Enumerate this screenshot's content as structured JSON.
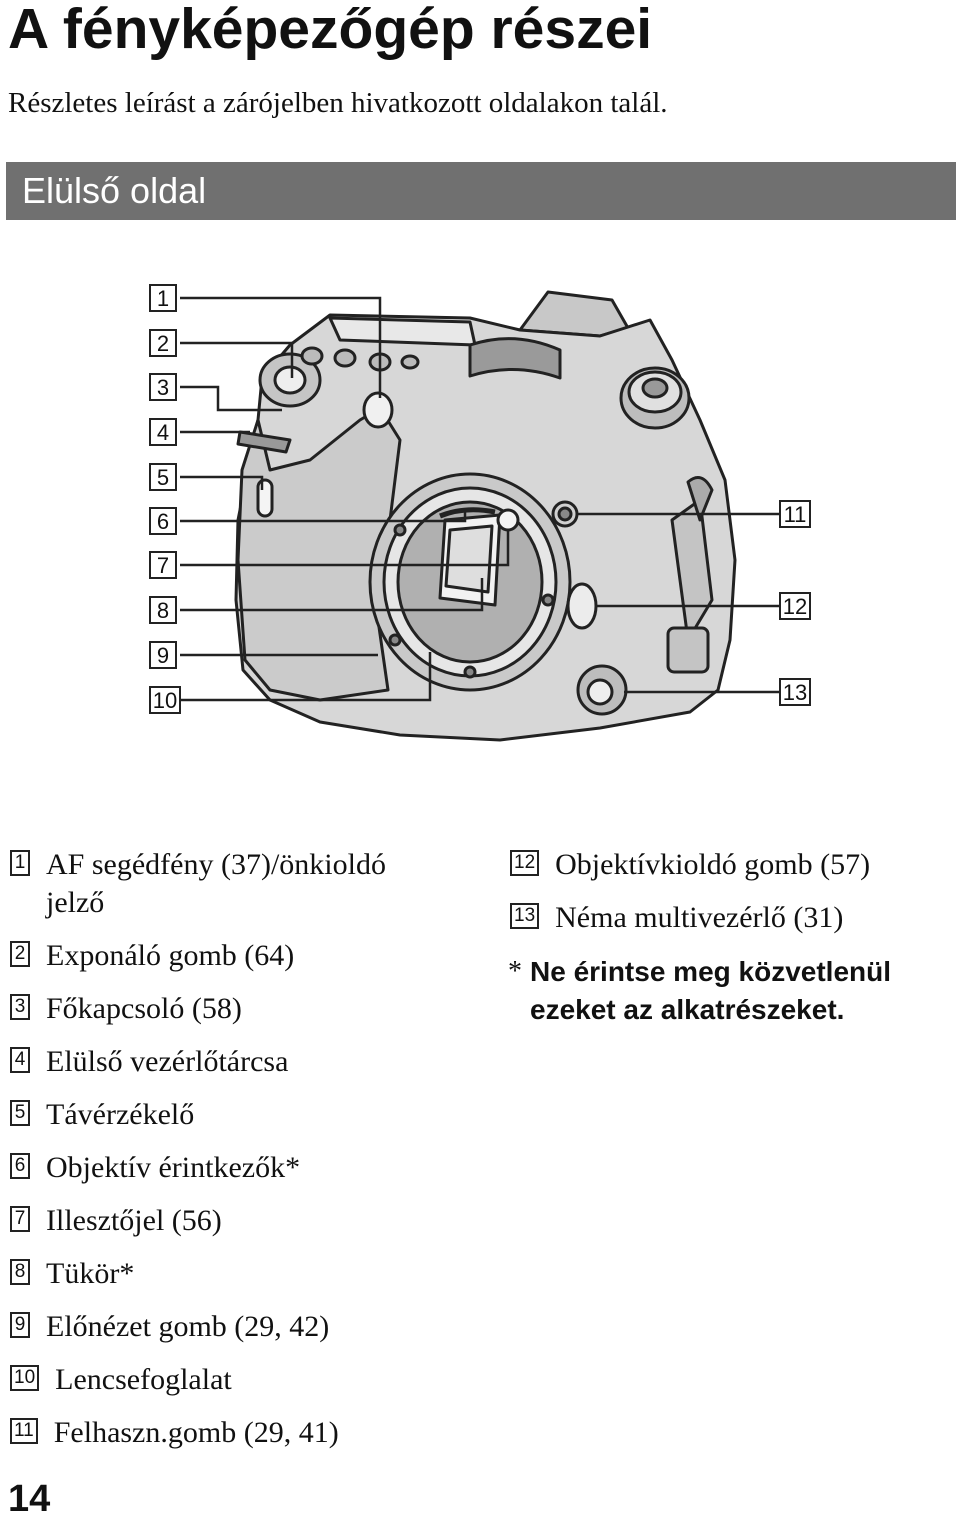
{
  "title": "A fényképezőgép részei",
  "subtitle": "Részletes leírást a zárójelben hivatkozott oldalakon talál.",
  "section": {
    "title": "Elülső oldal"
  },
  "callouts": {
    "c1": "1",
    "c2": "2",
    "c3": "3",
    "c4": "4",
    "c5": "5",
    "c6": "6",
    "c7": "7",
    "c8": "8",
    "c9": "9",
    "c10": "10",
    "c11": "11",
    "c12": "12",
    "c13": "13"
  },
  "parts_left": [
    {
      "num": "1",
      "label": "AF segédfény (37)/önkioldó jelző"
    },
    {
      "num": "2",
      "label": "Exponáló gomb (64)"
    },
    {
      "num": "3",
      "label": "Főkapcsoló (58)"
    },
    {
      "num": "4",
      "label": "Elülső vezérlőtárcsa"
    },
    {
      "num": "5",
      "label": "Távérzékelő"
    },
    {
      "num": "6",
      "label": "Objektív érintkezők*"
    },
    {
      "num": "7",
      "label": "Illesztőjel (56)"
    },
    {
      "num": "8",
      "label": "Tükör*"
    },
    {
      "num": "9",
      "label": "Előnézet gomb (29, 42)"
    },
    {
      "num": "10",
      "label": "Lencsefoglalat"
    },
    {
      "num": "11",
      "label": "Felhaszn.gomb (29, 41)"
    }
  ],
  "parts_right": [
    {
      "num": "12",
      "label": "Objektívkioldó gomb (57)"
    },
    {
      "num": "13",
      "label": "Néma multivezérlő (31)"
    }
  ],
  "note": {
    "star": "*",
    "text": "Ne érintse meg közvetlenül ezeket az alkatrészeket."
  },
  "page_number": "14"
}
